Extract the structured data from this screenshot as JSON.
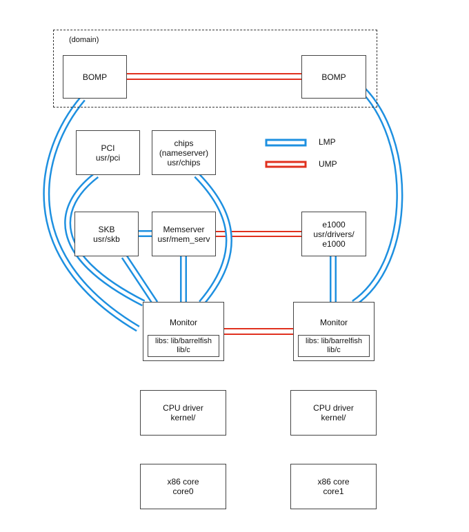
{
  "domain": {
    "label": "(domain)"
  },
  "bomp_left": {
    "label": "BOMP"
  },
  "bomp_right": {
    "label": "BOMP"
  },
  "pci": {
    "line1": "PCI",
    "line2": "usr/pci"
  },
  "chips": {
    "line1": "chips",
    "line2": "(nameserver)",
    "line3": "usr/chips"
  },
  "skb": {
    "line1": "SKB",
    "line2": "usr/skb"
  },
  "memserver": {
    "line1": "Memserver",
    "line2": "usr/mem_serv"
  },
  "e1000": {
    "line1": "e1000",
    "line2": "usr/drivers/",
    "line3": "e1000"
  },
  "monitor0": {
    "title": "Monitor",
    "libs1": "libs: lib/barrelfish",
    "libs2": "lib/c"
  },
  "monitor1": {
    "title": "Monitor",
    "libs1": "libs: lib/barrelfish",
    "libs2": "lib/c"
  },
  "cpu0": {
    "line1": "CPU driver",
    "line2": "kernel/"
  },
  "cpu1": {
    "line1": "CPU driver",
    "line2": "kernel/"
  },
  "core0": {
    "line1": "x86 core",
    "line2": "core0"
  },
  "core1": {
    "line1": "x86 core",
    "line2": "core1"
  },
  "legend": {
    "lmp": "LMP",
    "ump": "UMP"
  },
  "colors": {
    "lmp": "#1e90e0",
    "ump": "#e0301e"
  }
}
